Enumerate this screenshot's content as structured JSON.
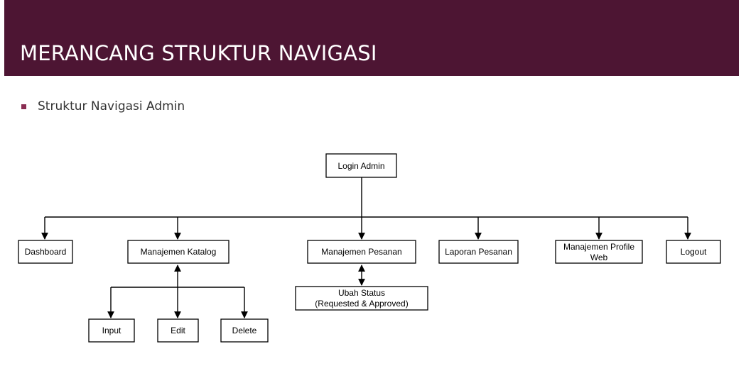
{
  "header": {
    "title": "MERANCANG STRUKTUR NAVIGASI"
  },
  "bullet": {
    "text": "Struktur Navigasi Admin"
  },
  "colors": {
    "header_bg": "#4d1533",
    "bullet": "#8a2d52",
    "line": "#000000"
  },
  "nodes": {
    "login": "Login Admin",
    "dashboard": "Dashboard",
    "katalog": "Manajemen Katalog",
    "pesanan": "Manajemen Pesanan",
    "laporan": "Laporan Pesanan",
    "profile_line1": "Manajemen Profile",
    "profile_line2": "Web",
    "logout": "Logout",
    "ubah_line1": "Ubah Status",
    "ubah_line2": "(Requested & Approved)",
    "input": "Input",
    "edit": "Edit",
    "delete": "Delete"
  }
}
